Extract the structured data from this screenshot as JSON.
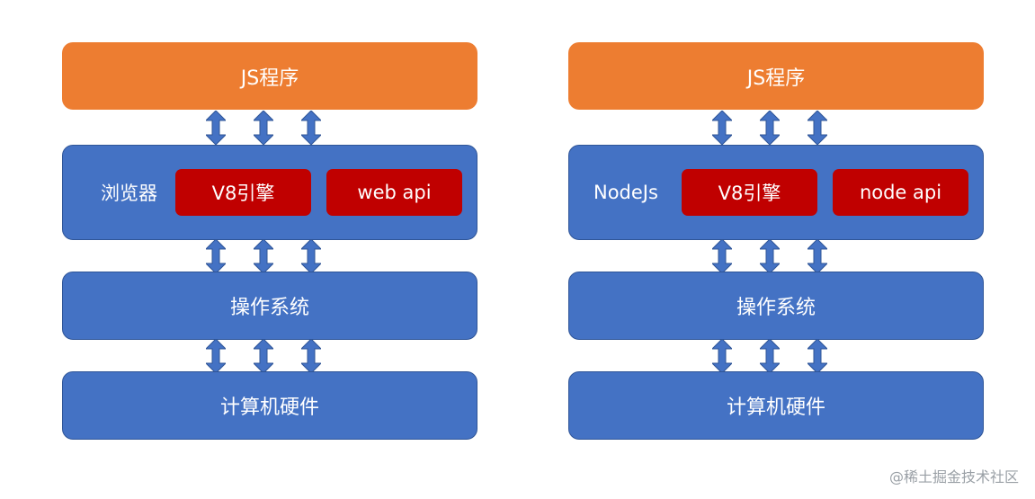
{
  "stacks": [
    {
      "program": "JS程序",
      "environment": "浏览器",
      "engine": "V8引擎",
      "api": "web api",
      "os": "操作系统",
      "hardware": "计算机硬件"
    },
    {
      "program": "JS程序",
      "environment": "NodeJs",
      "engine": "V8引擎",
      "api": "node api",
      "os": "操作系统",
      "hardware": "计算机硬件"
    }
  ],
  "watermark": "@稀土掘金技术社区",
  "colors": {
    "program": "#ed7d31",
    "layer": "#4472c4",
    "component": "#c00000",
    "arrow": "#4472c4"
  }
}
